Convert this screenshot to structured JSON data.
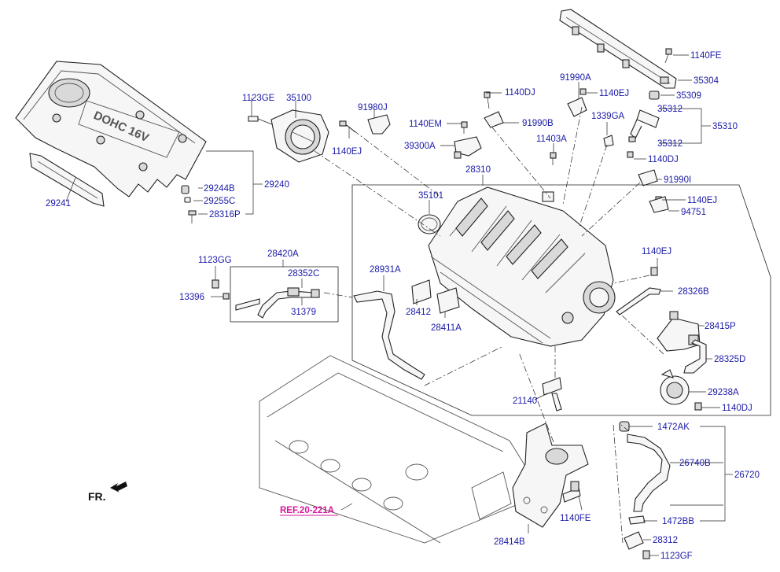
{
  "cover": {
    "engraving": "DOHC 16V"
  },
  "direction_label": "FR.",
  "reference": "REF.20-221A",
  "labels": {
    "p29241": "29241",
    "p29244B": "29244B",
    "p29255C": "29255C",
    "p28316P": "28316P",
    "p29240": "29240",
    "p1123GE": "1123GE",
    "p35100": "35100",
    "p91980J": "91980J",
    "p1140EJ_a": "1140EJ",
    "p1140DJ_a": "1140DJ",
    "p1140EM": "1140EM",
    "p91990B": "91990B",
    "p39300A": "39300A",
    "p91990A": "91990A",
    "p1140EJ_b": "1140EJ",
    "p1339GA": "1339GA",
    "p11403A": "11403A",
    "p28310": "28310",
    "p1140FE_a": "1140FE",
    "p35304": "35304",
    "p35309": "35309",
    "p35312_a": "35312",
    "p35310": "35310",
    "p35312_b": "35312",
    "p1140DJ_b": "1140DJ",
    "p91990I": "91990I",
    "p1140EJ_c": "1140EJ",
    "p94751": "94751",
    "p35101": "35101",
    "p1123GG": "1123GG",
    "p28420A": "28420A",
    "p28352C": "28352C",
    "p13396": "13396",
    "p31379": "31379",
    "p28931A": "28931A",
    "p28412": "28412",
    "p28411A": "28411A",
    "p1140EJ_d": "1140EJ",
    "p28326B": "28326B",
    "p28415P": "28415P",
    "p28325D": "28325D",
    "p29238A": "29238A",
    "p1140DJ_c": "1140DJ",
    "p21140": "21140",
    "p1472AK": "1472AK",
    "p26740B": "26740B",
    "p26720": "26720",
    "p1472BB": "1472BB",
    "p28312": "28312",
    "p1123GF": "1123GF",
    "p1140FE_b": "1140FE",
    "p28414B": "28414B"
  }
}
